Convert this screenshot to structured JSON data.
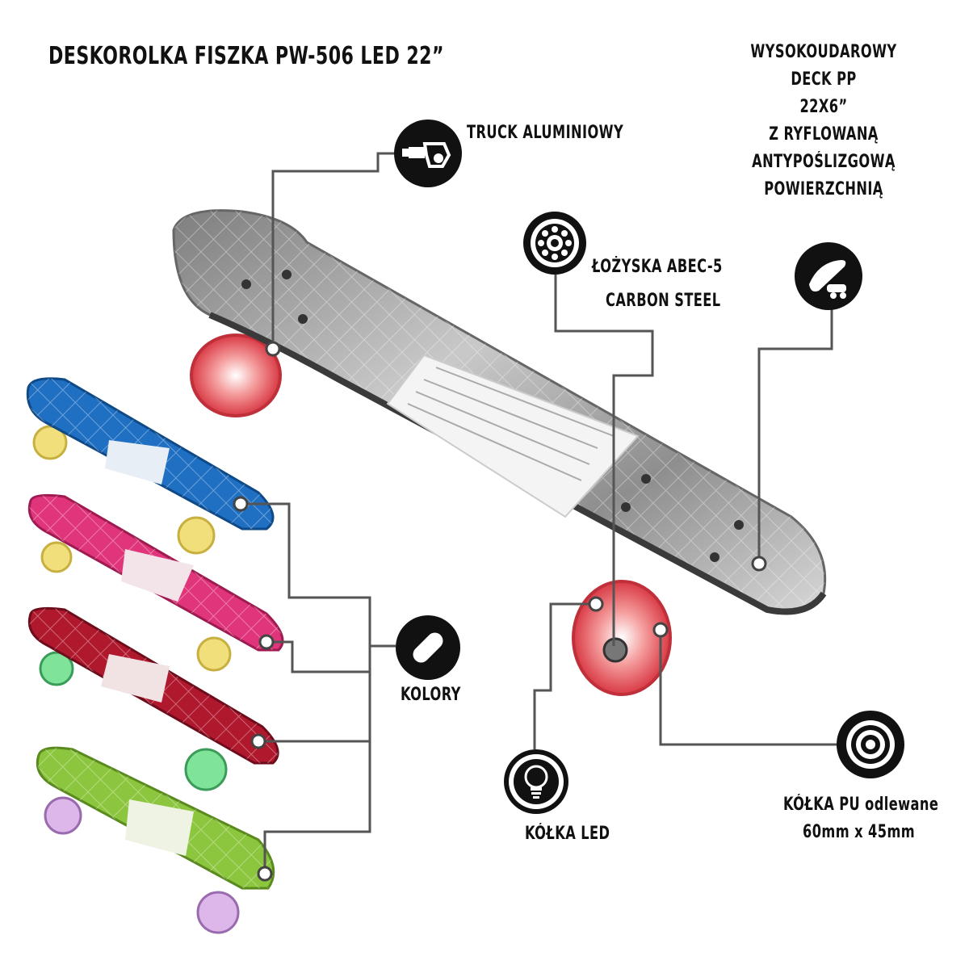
{
  "title": "DESKOROLKA FISZKA PW-506 LED 22”",
  "features": {
    "truck": "TRUCK ALUMINIOWY",
    "bearings_line1": "ŁOŻYSKA ABEC-5",
    "bearings_line2": "CARBON STEEL",
    "deck_lines": [
      "WYSOKOUDAROWY",
      "DECK PP",
      "22X6”",
      "Z RYFLOWANĄ",
      "ANTYPOŚLIZGOWĄ",
      "POWIERZCHNIĄ"
    ],
    "colors": "KOLORY",
    "led_wheels": "KÓŁKA LED",
    "pu_wheels_line1": "KÓŁKA PU odlewane",
    "pu_wheels_line2": "60mm x 45mm"
  },
  "icons": [
    "truck-icon",
    "bearing-icon",
    "deck-icon",
    "skateboard-icon",
    "bulb-icon",
    "wheel-icon"
  ],
  "board_colors": {
    "main_deck": "#9a9a9a",
    "blue": "#1f6fc2",
    "pink": "#e0357a",
    "red": "#b0182e",
    "green": "#8cc63e",
    "wheel_red": "#e8505a",
    "wheel_yellow": "#e8d25a",
    "wheel_green": "#3ec46a",
    "wheel_purple": "#c79ad8"
  }
}
